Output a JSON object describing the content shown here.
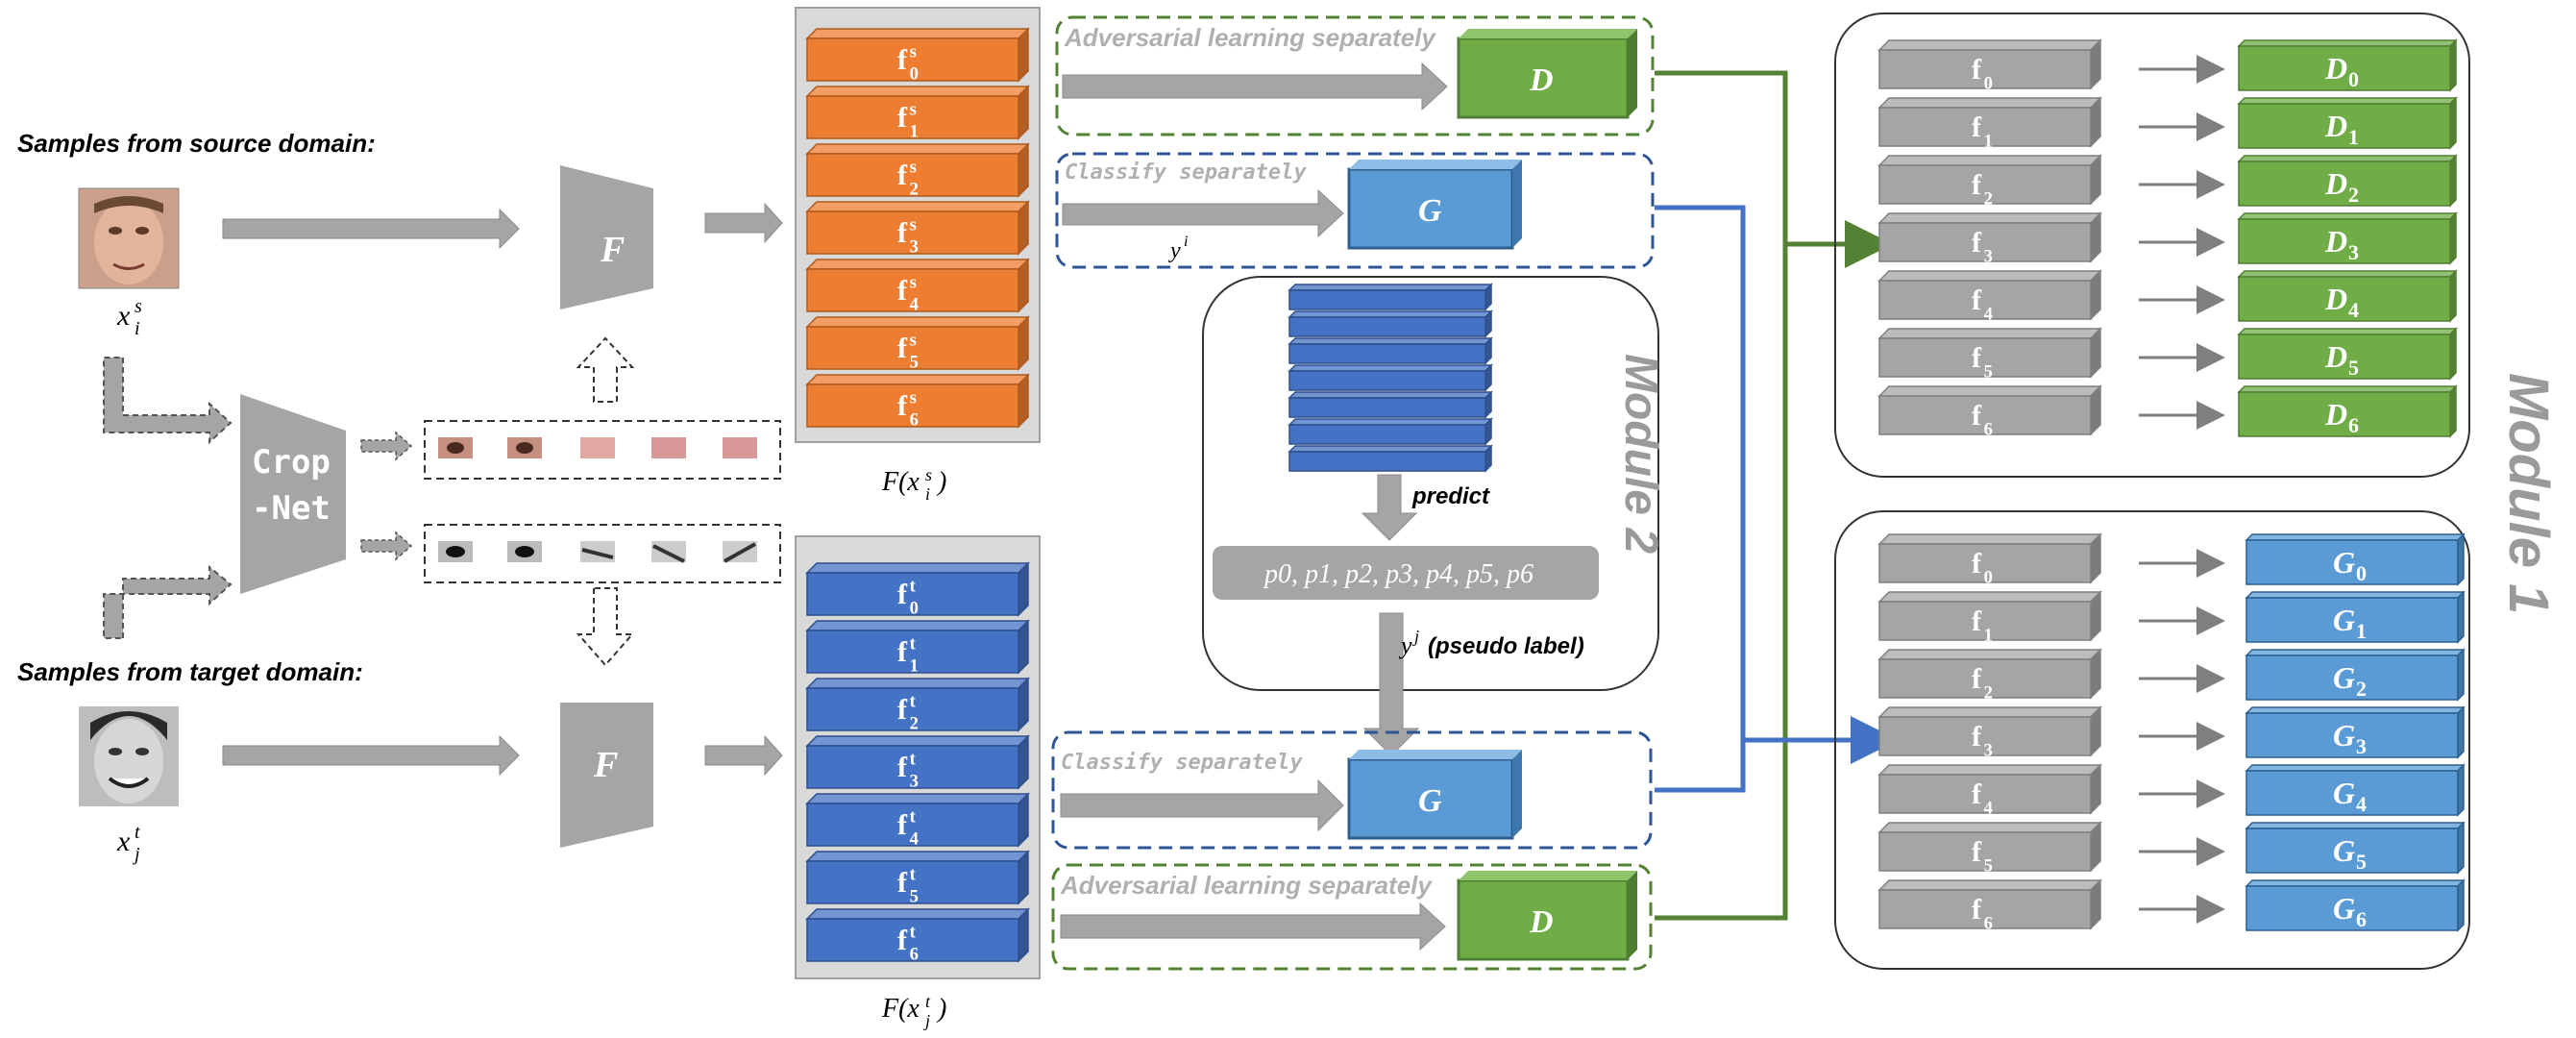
{
  "source_label": "Samples from source domain:",
  "target_label": "Samples from target domain:",
  "xs_label": "x",
  "xs_sup": "s",
  "xs_sub": "i",
  "xt_label": "x",
  "xt_sup": "t",
  "xt_sub": "j",
  "F_label": "F",
  "cropnet_line1": "Crop",
  "cropnet_line2": "-Net",
  "source_features": [
    "f0s",
    "f1s",
    "f2s",
    "f3s",
    "f4s",
    "f5s",
    "f6s"
  ],
  "target_features": [
    "f0t",
    "f1t",
    "f2t",
    "f3t",
    "f4t",
    "f5t",
    "f6t"
  ],
  "Fxs_label": "F(x",
  "Fxt_label": "F(x",
  "adv_label": "Adversarial learning separately",
  "classify_label": "Classify separately",
  "D_label": "D",
  "G_label": "G",
  "yi_label": "y",
  "yi_sup": "i",
  "predict_label": "predict",
  "pseudo_labels": "p0, p1, p2, p3, p4, p5, p6",
  "yj_label": "y",
  "yj_sup": "j",
  "pseudo_text": "(pseudo label)",
  "module2_label": "Module 2",
  "module1_label": "Module 1",
  "module1_features": [
    "f0",
    "f1",
    "f2",
    "f3",
    "f4",
    "f5",
    "f6"
  ],
  "discriminators": [
    "D0",
    "D1",
    "D2",
    "D3",
    "D4",
    "D5",
    "D6"
  ],
  "classifiers": [
    "G0",
    "G1",
    "G2",
    "G3",
    "G4",
    "G5",
    "G6"
  ],
  "colors": {
    "orange": "#ED7D31",
    "blue": "#4472C4",
    "green": "#70AD47",
    "lightblue": "#5B9BD5",
    "gray": "#A5A5A5",
    "dash_green": "#548235",
    "dash_blue": "#2F5597"
  }
}
